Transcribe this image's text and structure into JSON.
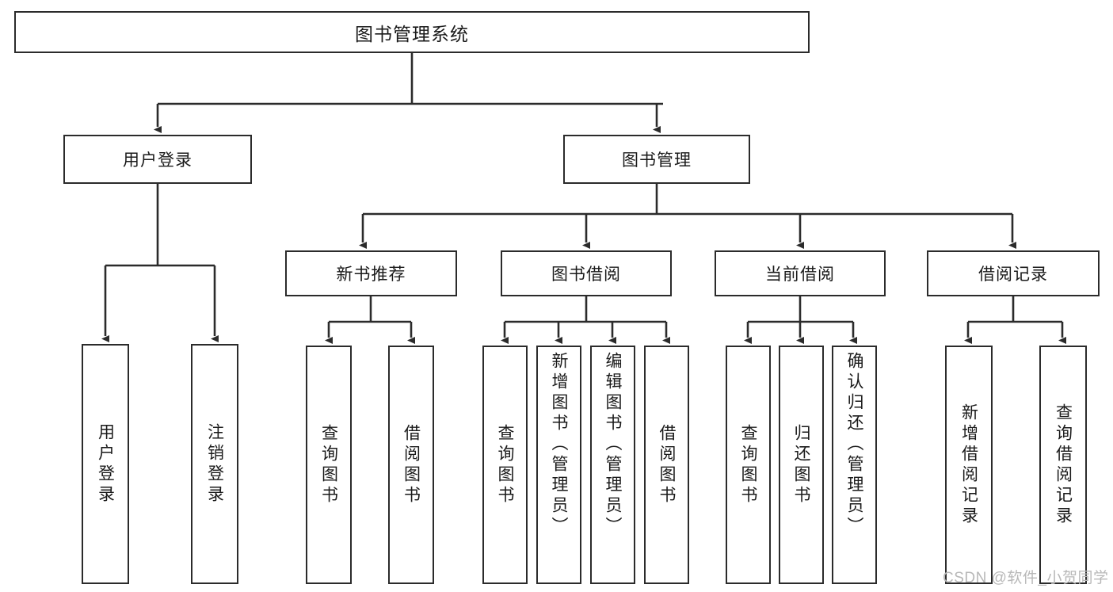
{
  "diagram": {
    "title": "图书管理系统",
    "type": "tree-hierarchy-diagram",
    "root": {
      "label": "图书管理系统"
    },
    "level2": [
      {
        "label": "用户登录"
      },
      {
        "label": "图书管理"
      }
    ],
    "level3": [
      {
        "label": "新书推荐"
      },
      {
        "label": "图书借阅"
      },
      {
        "label": "当前借阅"
      },
      {
        "label": "借阅记录"
      }
    ],
    "leaves": {
      "user_login": [
        {
          "label": "用户登录"
        },
        {
          "label": "注销登录"
        }
      ],
      "new_book_recommend": [
        {
          "label": "查询图书"
        },
        {
          "label": "借阅图书"
        }
      ],
      "book_borrow": [
        {
          "label": "查询图书"
        },
        {
          "label": "新增图书（管理员）"
        },
        {
          "label": "编辑图书（管理员）"
        },
        {
          "label": "借阅图书"
        }
      ],
      "current_borrow": [
        {
          "label": "查询图书"
        },
        {
          "label": "归还图书"
        },
        {
          "label": "确认归还（管理员）"
        }
      ],
      "borrow_record": [
        {
          "label": "新增借阅记录"
        },
        {
          "label": "查询借阅记录"
        }
      ]
    }
  },
  "watermark": {
    "text": "CSDN @软件_小贺同学"
  },
  "colors": {
    "stroke": "#2b2b2b",
    "background": "#ffffff",
    "text": "#1a1a1a",
    "watermark": "#b8b8b8"
  }
}
